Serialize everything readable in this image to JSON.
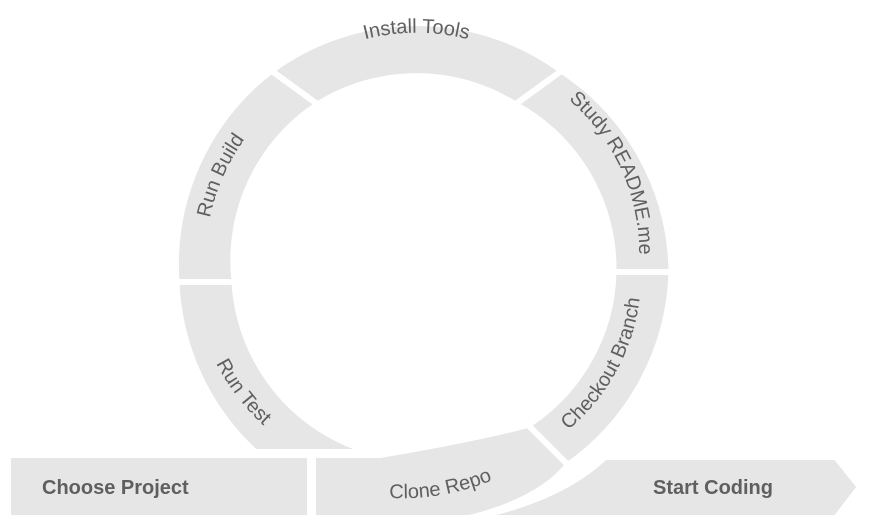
{
  "colors": {
    "segment_fill": "#e6e6e6",
    "separator": "#ffffff",
    "text": "#5f5f5f"
  },
  "steps": {
    "choose_project": "Choose Project",
    "clone_repo": "Clone Repo",
    "checkout_branch": "Checkout Branch",
    "study_readme": "Study README.me",
    "install_tools": "Install Tools",
    "run_build": "Run Build",
    "run_test": "Run Test",
    "start_coding": "Start Coding"
  }
}
